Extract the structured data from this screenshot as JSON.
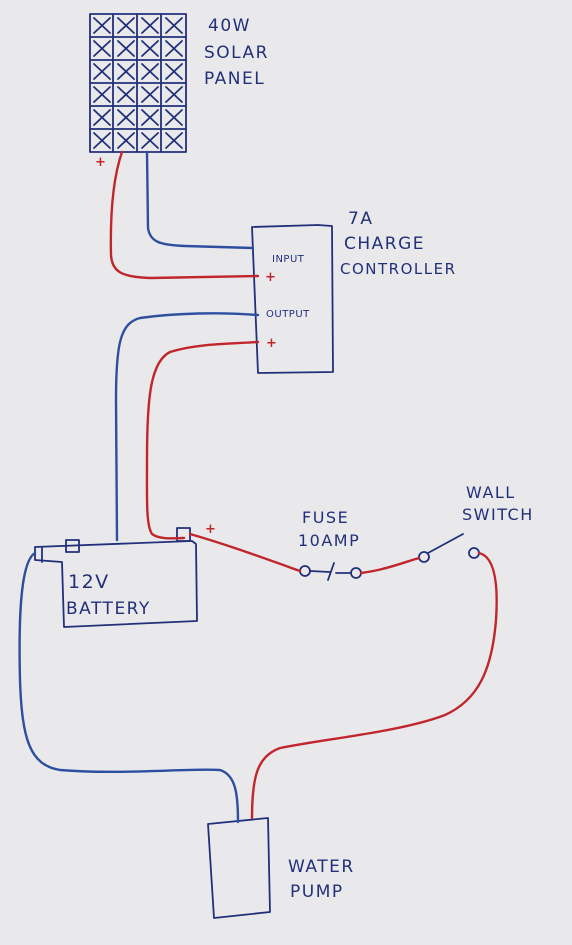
{
  "components": {
    "solar_panel": {
      "label_line1": "40W",
      "label_line2": "SOLAR",
      "label_line3": "PANEL"
    },
    "charge_controller": {
      "label_line1": "7A",
      "label_line2": "CHARGE",
      "label_line3": "CONTROLLER",
      "input_label": "INPUT",
      "output_label": "OUTPUT"
    },
    "battery": {
      "label_line1": "12V",
      "label_line2": "BATTERY"
    },
    "fuse": {
      "label_line1": "FUSE",
      "label_line2": "10AMP"
    },
    "wall_switch": {
      "label_line1": "WALL",
      "label_line2": "SWITCH"
    },
    "water_pump": {
      "label_line1": "WATER",
      "label_line2": "PUMP"
    }
  },
  "polarity": {
    "positive_symbol": "+"
  },
  "colors": {
    "paper": "#e9e9ec",
    "ink": "#22307a",
    "positive_wire": "#c0262b",
    "negative_wire": "#2e4fa0"
  }
}
